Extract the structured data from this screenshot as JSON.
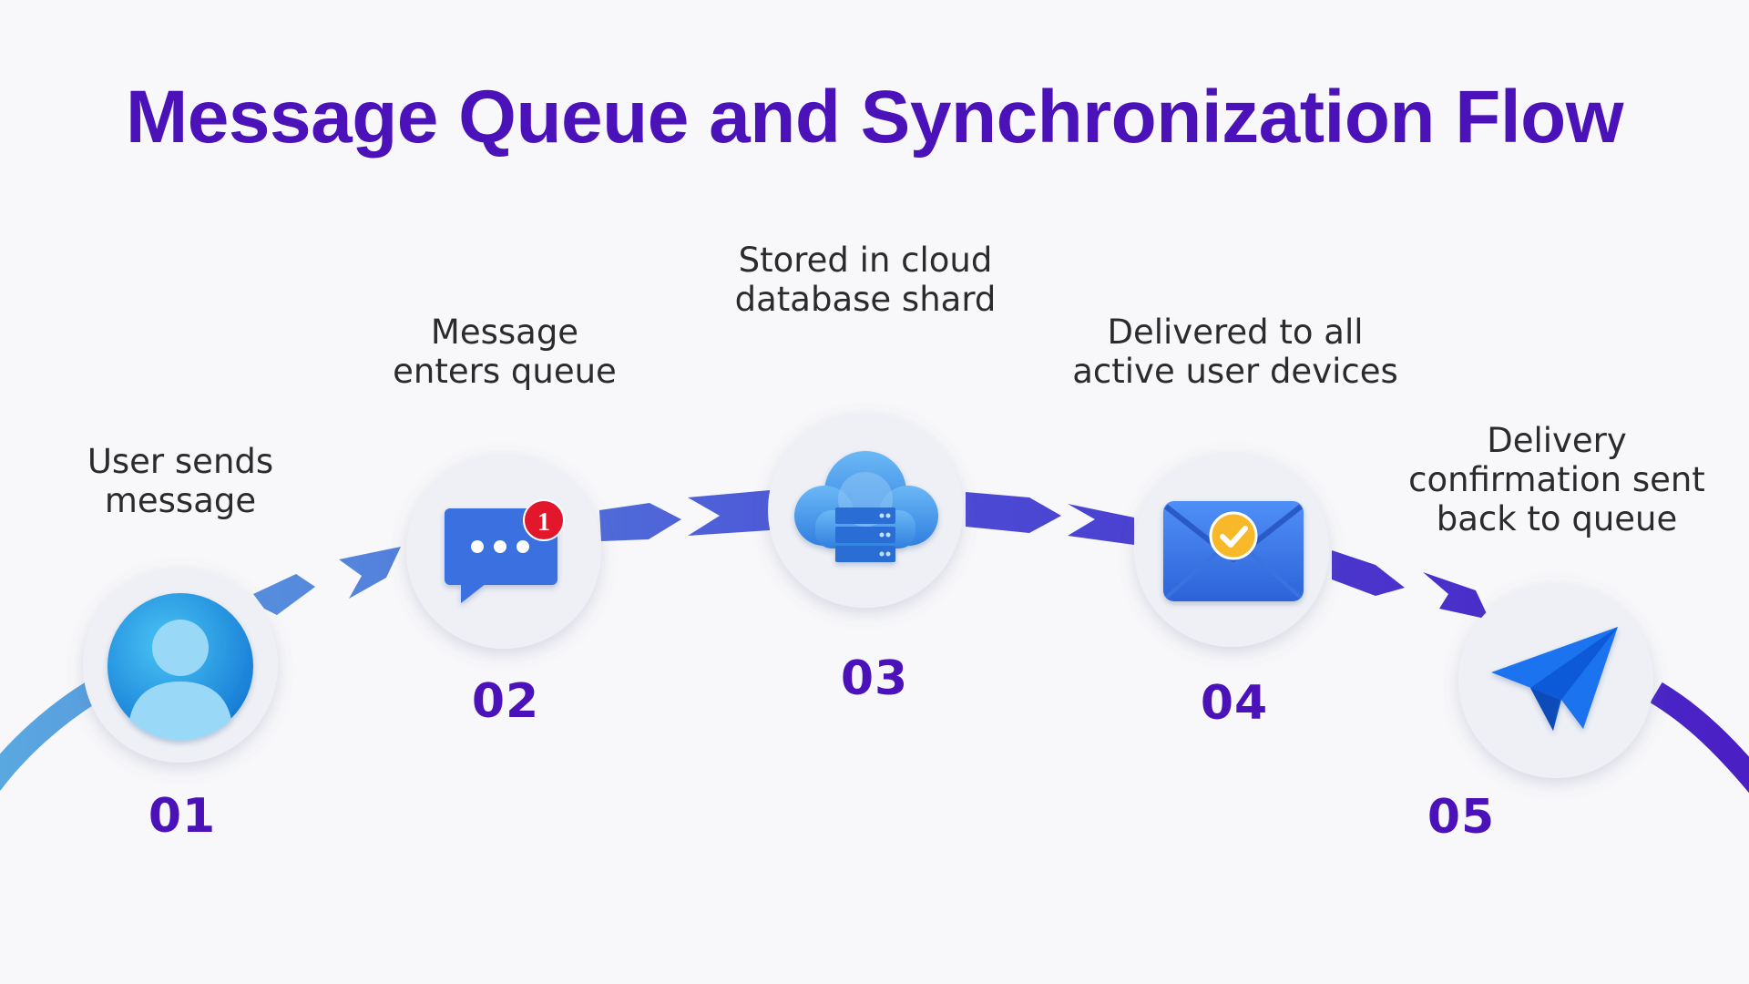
{
  "title": "Message Queue and Synchronization Flow",
  "steps": [
    {
      "number": "01",
      "label_lines": [
        "User sends",
        "message"
      ],
      "icon": "user-avatar-icon"
    },
    {
      "number": "02",
      "label_lines": [
        "Message",
        "enters queue"
      ],
      "icon": "chat-bubble-icon",
      "badge": "1"
    },
    {
      "number": "03",
      "label_lines": [
        "Stored in cloud",
        "database shard"
      ],
      "icon": "cloud-database-icon"
    },
    {
      "number": "04",
      "label_lines": [
        "Delivered to all",
        "active user devices"
      ],
      "icon": "envelope-check-icon"
    },
    {
      "number": "05",
      "label_lines": [
        "Delivery",
        "confirmation sent",
        "back to queue"
      ],
      "icon": "paper-plane-icon"
    }
  ],
  "colors": {
    "title": "#4a12b8",
    "number": "#4a12b8",
    "arc_start": "#5aa8e0",
    "arc_end": "#4a1fc4",
    "node_bg": "#eef0f5"
  }
}
